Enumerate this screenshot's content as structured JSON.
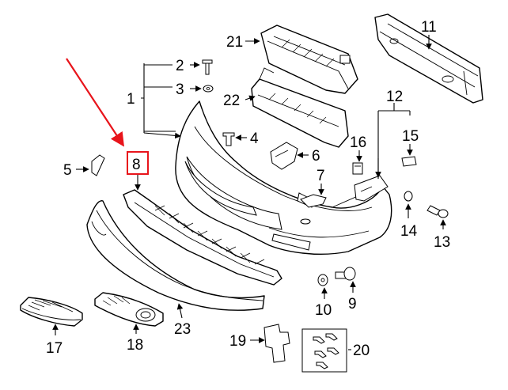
{
  "diagram": {
    "callouts": {
      "c1": "1",
      "c2": "2",
      "c3": "3",
      "c4": "4",
      "c5": "5",
      "c6": "6",
      "c7": "7",
      "c8": "8",
      "c9": "9",
      "c10": "10",
      "c11": "11",
      "c12": "12",
      "c13": "13",
      "c14": "14",
      "c15": "15",
      "c16": "16",
      "c17": "17",
      "c18": "18",
      "c19": "19",
      "c20": "20",
      "c21": "21",
      "c22": "22",
      "c23": "23"
    },
    "highlight_color": "#e8141b",
    "line_color": "#000000"
  }
}
